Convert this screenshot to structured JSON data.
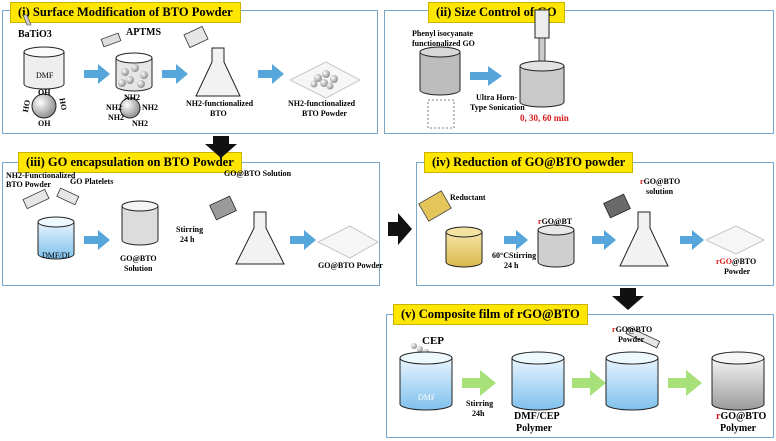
{
  "panels": {
    "p1": {
      "title": "(i) Surface Modification of BTO Powder"
    },
    "p2": {
      "title": "(ii) Size Control of GO"
    },
    "p3": {
      "title": "(iii) GO  encapsulation on BTO Powder"
    },
    "p4": {
      "title": "(iv) Reduction of GO@BTO powder"
    },
    "p5": {
      "title": "(v) Composite film of rGO@BTO"
    }
  },
  "labels": {
    "batio3": "BaTiO3",
    "aptms": "APTMS",
    "dmf": "DMF",
    "oh": "OH",
    "ho1": "HO",
    "ho2": "HO",
    "ho3": "HO",
    "nh2_a": "NH2",
    "nh2_b": "NH2",
    "nh2_c": "NH2",
    "nh2_d": "NH2",
    "nh2_e": "NH2",
    "nh2_fbto_1": "NH2-functionalized",
    "nh2_fbto_2": "BTO",
    "nh2_powder_1": "NH2-functionalized",
    "nh2_powder_2": "BTO Powder",
    "phenyl_1": "Phenyl isocyanate",
    "phenyl_2": "functionalized GO",
    "sonic_1": "Ultra Horn-",
    "sonic_2": "Type Sonication",
    "minutes": "0, 30, 60 min",
    "nh2_func_1": "NH2-Functionalized",
    "nh2_func_2": "BTO Powder",
    "go_platelets": "GO Platelets",
    "dmf_di": "DMF/DI",
    "gobto_sol_1": "GO@BTO",
    "gobto_sol_2": "Solution",
    "stirring_1": "Stirring",
    "stirring_2": "24 h",
    "gobto_solution_top": "GO@BTO Solution",
    "gobto_powder": "GO@BTO Powder",
    "reductant": "Reductant",
    "rgo_bt_r": "r",
    "rgo_bt": "GO@BT",
    "stir60_1": "60°CStirring",
    "stir60_2": "24 h",
    "rgobto_sol_r": "r",
    "rgobto_sol_1": "GO@BTO",
    "rgobto_sol_2": "solution",
    "rgobto_powder_r": "rGO",
    "rgobto_powder_1": "@BTO",
    "rgobto_powder_2": "Powder",
    "cep": "CEP",
    "dmf2": "DMF",
    "stir24_1": "Stirring",
    "stir24_2": "24h",
    "dmfcep_1": "DMF/CEP",
    "dmfcep_2": "Polymer",
    "rgobto_pw_r": "r",
    "rgobto_pw_1": "GO@BTO",
    "rgobto_pw_2": "Powder",
    "rgobto_poly_r": "r",
    "rgobto_poly_1": "GO@BTO",
    "rgobto_poly_2": "Polymer"
  },
  "colors": {
    "title_bg": "#ffe600",
    "panel_border": "#7aa6c6",
    "arrow_blue": "#56a6dc",
    "arrow_green": "#a8e07a",
    "arrow_dark": "#111111",
    "accent_red": "#d51a1a",
    "liquid_blue": "#9fd0f0",
    "liquid_yellow": "#e9cf73"
  }
}
